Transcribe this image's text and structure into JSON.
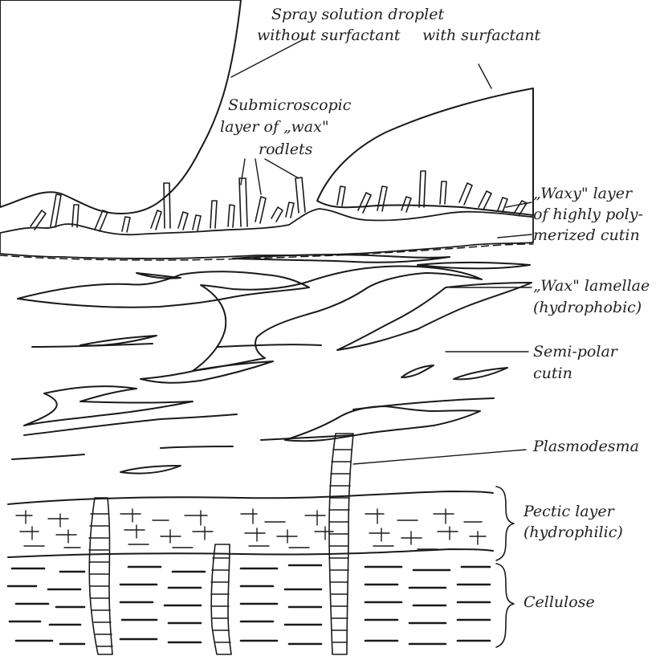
{
  "labels": {
    "droplet_title": "Spray solution droplet",
    "without_surfactant": "without surfactant",
    "with_surfactant": "with surfactant",
    "submicro_1": "Submicroscopic",
    "submicro_2": "layer of „wax\"",
    "submicro_3": "rodlets",
    "waxy_1": "„Waxy\" layer",
    "waxy_2": "of highly poly-",
    "waxy_3": "merized cutin",
    "lamellae_1": "„Wax\" lamellae",
    "lamellae_2": "(hydrophobic)",
    "semipolar_1": "Semi-polar",
    "semipolar_2": "cutin",
    "plasmodesma": "Plasmodesma",
    "pectic_1": "Pectic layer",
    "pectic_2": "(hydrophilic)",
    "cellulose": "Cellulose"
  },
  "colors": {
    "ink": "#1a1a1a",
    "paper": "#ffffff"
  }
}
